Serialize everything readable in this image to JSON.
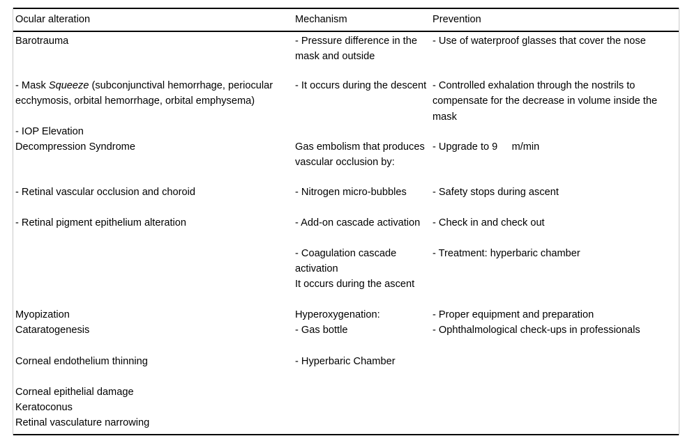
{
  "table": {
    "columns": [
      {
        "key": "ocular_alteration",
        "header": "Ocular alteration"
      },
      {
        "key": "mechanism",
        "header": "Mechanism"
      },
      {
        "key": "prevention",
        "header": "Prevention"
      }
    ],
    "col1": {
      "barotrauma": "Barotrauma",
      "mask_squeeze_pre": "- Mask ",
      "mask_squeeze_italic": "Squeeze",
      "mask_squeeze_post": " (subconjunctival hemorrhage, periocular ecchymosis, orbital hemorrhage, orbital emphysema)",
      "iop_elevation": "- IOP Elevation",
      "decompression_syndrome": "Decompression Syndrome",
      "retinal_vascular_occlusion": "- Retinal vascular occlusion and choroid",
      "retinal_pigment_epithelium": "- Retinal pigment epithelium alteration",
      "myopization": "Myopization",
      "cataratogenesis": "Cataratogenesis",
      "corneal_endothelium_thinning": "Corneal endothelium thinning",
      "corneal_epithelial_damage": "Corneal epithelial damage",
      "keratoconus": "Keratoconus",
      "retinal_vasculature_narrowing": "Retinal vasculature narrowing"
    },
    "col2": {
      "pressure_difference": "- Pressure difference in the mask and outside",
      "occurs_descent": "- It occurs during the descent",
      "gas_embolism": "Gas embolism that produces vascular occlusion by:",
      "nitrogen_microbubbles": "- Nitrogen micro-bubbles",
      "addon_cascade": "- Add-on cascade activation",
      "coagulation_cascade": "- Coagulation cascade activation",
      "occurs_ascent": "It occurs during the ascent",
      "hyperoxygenation": "Hyperoxygenation:",
      "gas_bottle": "- Gas bottle",
      "hyperbaric_chamber": "- Hyperbaric Chamber"
    },
    "col3": {
      "waterproof_glasses": "- Use of waterproof glasses that cover the nose",
      "controlled_exhalation": "- Controlled exhalation through the nostrils to compensate for the decrease in volume inside the mask",
      "upgrade_rate": "- Upgrade to 9     m/min",
      "safety_stops": "- Safety stops during ascent",
      "check_in_out": "- Check in and check out",
      "treatment_hyperbaric": "- Treatment: hyperbaric chamber",
      "proper_equipment": "- Proper equipment and preparation",
      "ophthalmological_checkups": "- Ophthalmological check-ups in professionals"
    }
  }
}
